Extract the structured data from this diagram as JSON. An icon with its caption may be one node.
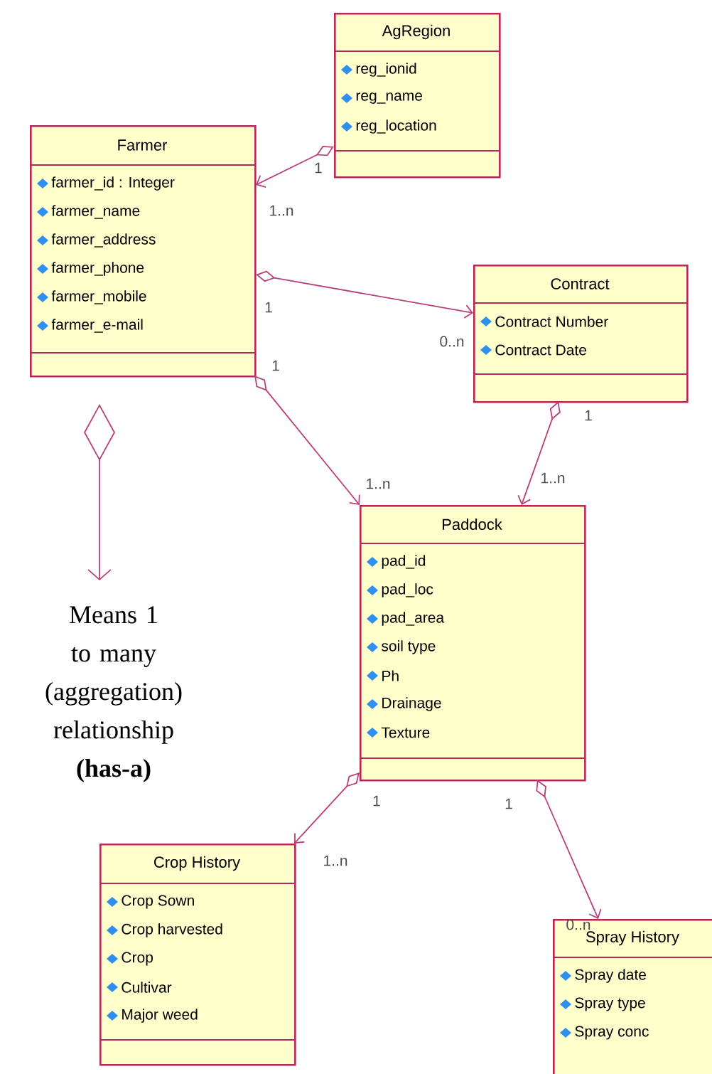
{
  "diagram": {
    "nodes": [
      {
        "text": [
          "AgRegion",
          "reg_ionid",
          "reg_name",
          "reg_location"
        ]
      },
      {
        "text": [
          "Farmer",
          "farmer_id : Integer",
          "farmer_name",
          "farmer_address",
          "farmer_phone",
          "farmer_mobile",
          "farmer_e-mail"
        ]
      },
      {
        "text": [
          "Contract",
          "Contract Number",
          "Contract Date"
        ]
      },
      {
        "text": [
          "Paddock",
          "pad_id",
          "pad_loc",
          "pad_area",
          "soil type",
          "Ph",
          "Drainage",
          "Texture"
        ]
      },
      {
        "text": [
          "Crop History",
          "Crop Sown",
          "Crop harvested",
          "Crop",
          "Cultivar",
          "Major weed"
        ]
      },
      {
        "text": [
          "Spray History",
          "Spray date",
          "Spray type",
          "Spray conc"
        ]
      }
    ],
    "edges": [
      {
        "from": 0,
        "to": 1,
        "arrow": "to"
      },
      {
        "from": 1,
        "to": 2,
        "arrow": "to"
      },
      {
        "from": 1,
        "to": 3,
        "arrow": "to"
      },
      {
        "from": 2,
        "to": 3,
        "arrow": "to"
      },
      {
        "from": 3,
        "to": 4,
        "arrow": "to"
      },
      {
        "from": 3,
        "to": 5,
        "arrow": "to"
      }
    ],
    "labels": [
      "1",
      "1..n",
      "1",
      "0..n",
      "1",
      "1",
      "1..n",
      "1..n",
      "1",
      "1",
      "1..n",
      "0..n"
    ],
    "legend": [
      {
        "text": "Means 1 to many (aggregation) relationship **(has-a)**"
      }
    ]
  }
}
